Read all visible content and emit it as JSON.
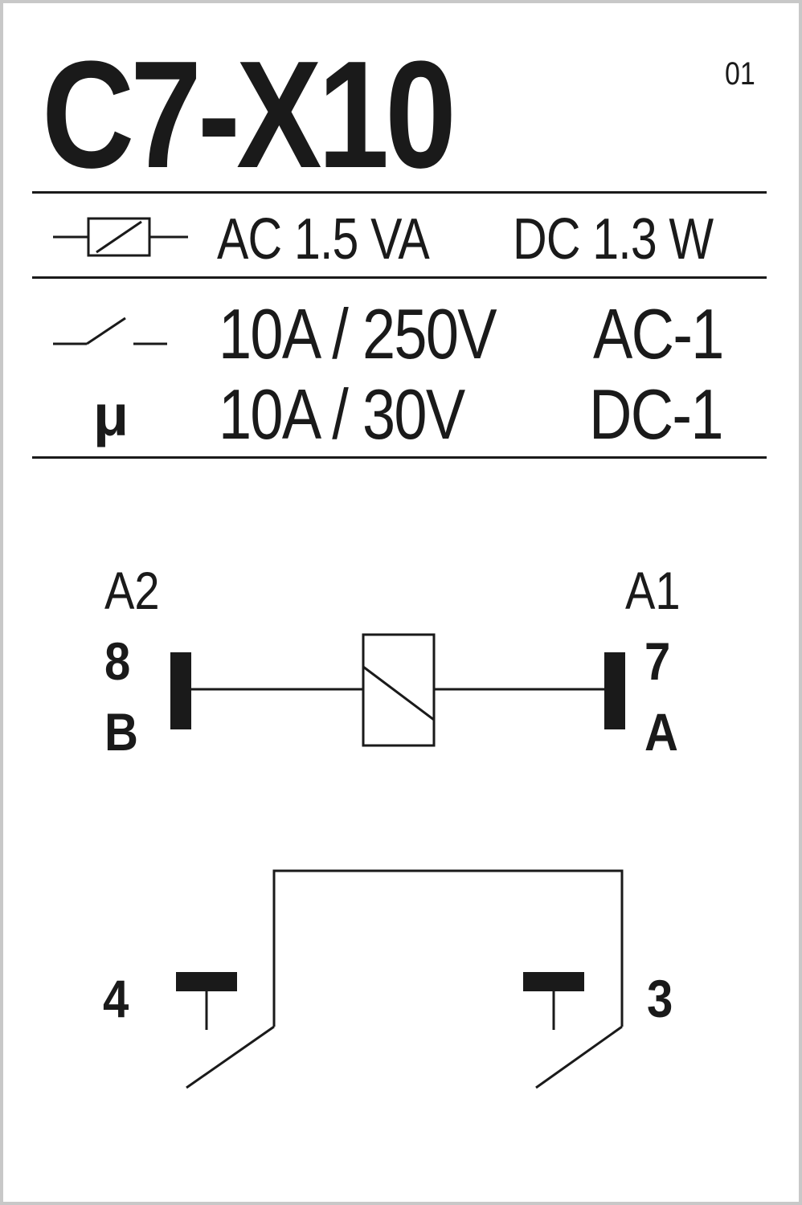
{
  "header": {
    "model": "C7-X10",
    "revision": "01"
  },
  "coil": {
    "icon": "coil-icon",
    "ac_power": "AC 1.5 VA",
    "dc_power": "DC 1.3 W"
  },
  "contact": {
    "icon": "normally-open-contact-icon",
    "micro_symbol": "μ",
    "rating_ac": "10A / 250V",
    "category_ac": "AC-1",
    "rating_dc": "10A / 30V",
    "category_dc": "DC-1"
  },
  "coil_terminals": {
    "left_label": "A2",
    "left_pin": "8",
    "left_letter": "B",
    "right_label": "A1",
    "right_pin": "7",
    "right_letter": "A"
  },
  "contact_terminals": {
    "left_pin": "4",
    "right_pin": "3"
  }
}
